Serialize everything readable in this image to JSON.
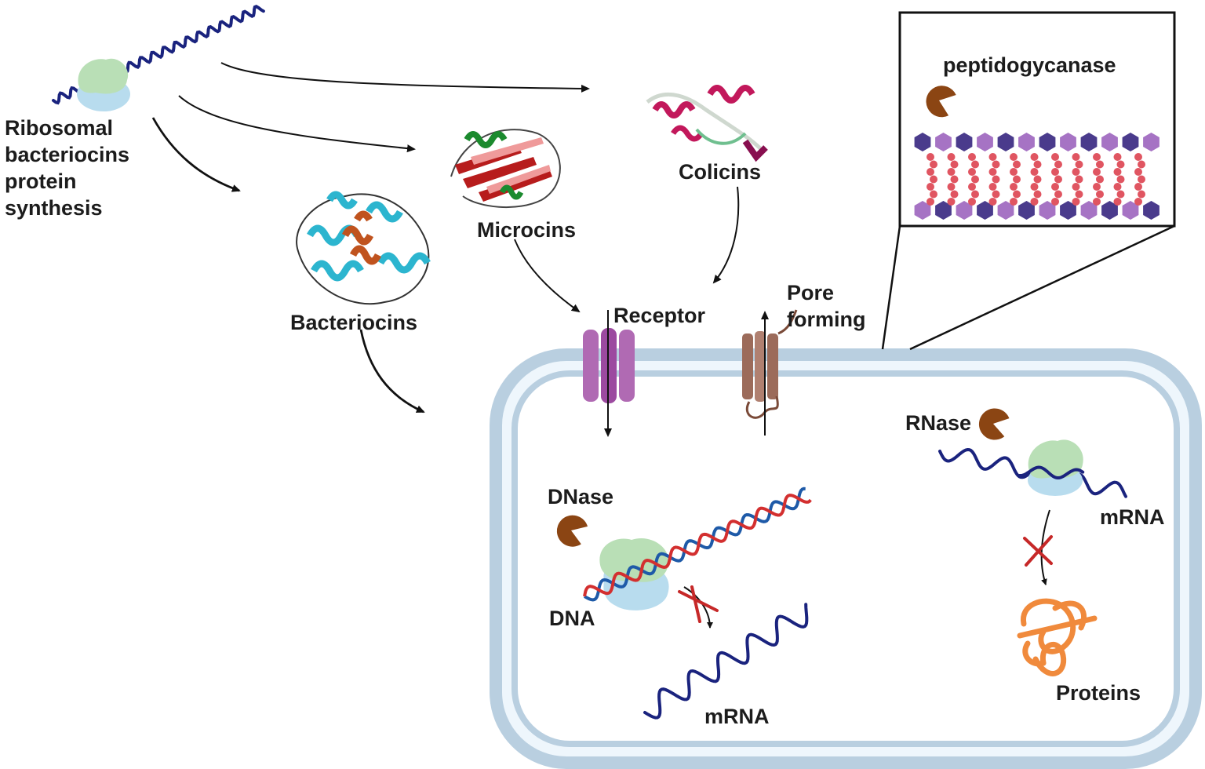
{
  "labels": {
    "ribosomal": [
      "Ribosomal",
      "bacteriocins",
      "protein",
      "synthesis"
    ],
    "bacteriocins": "Bacteriocins",
    "microcins": "Microcins",
    "colicins": "Colicins",
    "receptor": "Receptor",
    "pore": [
      "Pore",
      "forming"
    ],
    "peptidoglycanase": "peptidogycanase",
    "rnase": "RNase",
    "dnase": "DNase",
    "dna": "DNA",
    "mrna_left": "mRNA",
    "mrna_right": "mRNA",
    "proteins": "Proteins"
  },
  "colors": {
    "membrane_outer": "#b9cfe0",
    "membrane_inner": "#e6f1fa",
    "ribosome_large": "#b9dfb6",
    "ribosome_small": "#b8dcee",
    "enzyme": "#8b4513",
    "mrna": "#1a237e",
    "dna_red": "#d32f2f",
    "dna_blue": "#1e5aa8",
    "receptor": "#b06ab3",
    "pore": "#9c6b5a",
    "protein": "#f08a3c",
    "inhibit_x": "#c62828",
    "hexagon_dark": "#4a3b8c",
    "hexagon_light": "#a673c4",
    "peptide_bead": "#e05561"
  },
  "icons": {
    "enzyme": "pacman-enzyme-icon",
    "ribosome": "ribosome-icon",
    "inhibition": "cross-inhibition-icon"
  }
}
